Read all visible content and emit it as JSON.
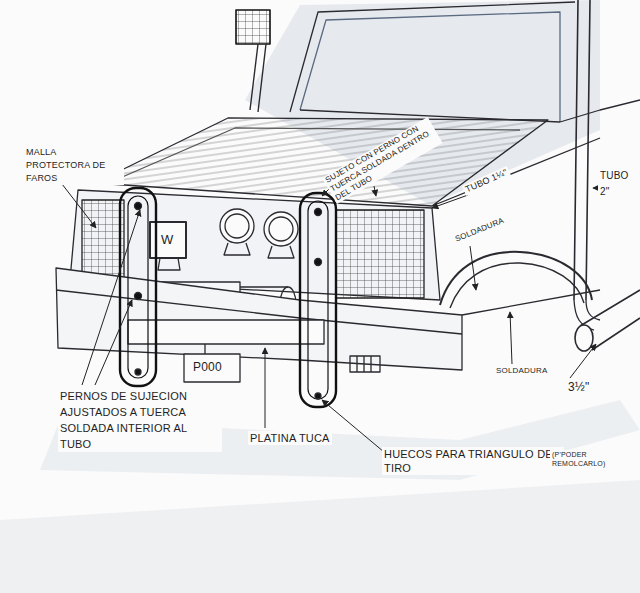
{
  "diagram": {
    "labels": [
      "MALLA PROTECTORA DE FAROS",
      "SUJETO CON PERNO CON TUERCA SOLDADA DENTRO DEL TUBO",
      "TUBO 1¼\"",
      "TUBO 2\"",
      "SOLDADURA",
      "W",
      "SOLDADURA",
      "P000",
      "PERNOS DE SUJECION AJUSTADOS A TUERCA SOLDADA INTERIOR AL TUBO",
      "3½\"",
      "PLATINA TUCA",
      "HUECOS PARA TRIANGULO DE TIRO",
      "(P'PODER REMOLCARLO)"
    ]
  }
}
